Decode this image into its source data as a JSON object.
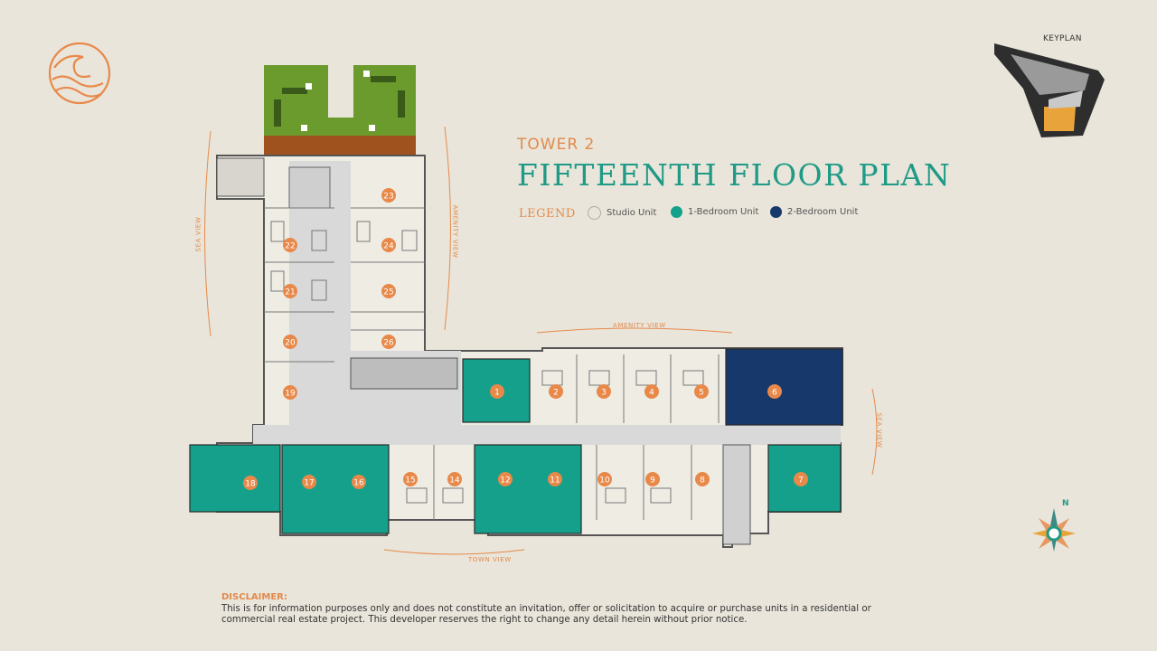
{
  "header": {
    "tower": "TOWER 2",
    "title": "FIFTEENTH FLOOR PLAN"
  },
  "legend": {
    "label": "LEGEND",
    "items": [
      {
        "label": "Studio Unit",
        "color": "#e9e5da"
      },
      {
        "label": "1-Bedroom Unit",
        "color": "#14a08a"
      },
      {
        "label": "2-Bedroom Unit",
        "color": "#16386b"
      }
    ]
  },
  "keyplan": {
    "label": "KEYPLAN"
  },
  "views": {
    "sea_left": "SEA VIEW",
    "amenity_top": "AMENITY VIEW",
    "amenity_right": "AMENITY VIEW",
    "sea_right": "SEA VIEW",
    "town": "TOWN VIEW"
  },
  "compass": {
    "label": "N"
  },
  "units": [
    {
      "number": "1",
      "type": "1-Bedroom Unit"
    },
    {
      "number": "2",
      "type": "Studio Unit"
    },
    {
      "number": "3",
      "type": "Studio Unit"
    },
    {
      "number": "4",
      "type": "Studio Unit"
    },
    {
      "number": "5",
      "type": "Studio Unit"
    },
    {
      "number": "6",
      "type": "2-Bedroom Unit"
    },
    {
      "number": "7",
      "type": "1-Bedroom Unit"
    },
    {
      "number": "8",
      "type": "Studio Unit"
    },
    {
      "number": "9",
      "type": "Studio Unit"
    },
    {
      "number": "10",
      "type": "Studio Unit"
    },
    {
      "number": "11",
      "type": "1-Bedroom Unit"
    },
    {
      "number": "12",
      "type": "1-Bedroom Unit"
    },
    {
      "number": "14",
      "type": "Studio Unit"
    },
    {
      "number": "15",
      "type": "Studio Unit"
    },
    {
      "number": "16",
      "type": "1-Bedroom Unit"
    },
    {
      "number": "17",
      "type": "1-Bedroom Unit"
    },
    {
      "number": "18",
      "type": "1-Bedroom Unit"
    },
    {
      "number": "19",
      "type": "Studio Unit"
    },
    {
      "number": "20",
      "type": "Studio Unit"
    },
    {
      "number": "21",
      "type": "Studio Unit"
    },
    {
      "number": "22",
      "type": "Studio Unit"
    },
    {
      "number": "23",
      "type": "Studio Unit"
    },
    {
      "number": "24",
      "type": "Studio Unit"
    },
    {
      "number": "25",
      "type": "Studio Unit"
    },
    {
      "number": "26",
      "type": "Studio Unit"
    }
  ],
  "disclaimer": {
    "title": "DISCLAIMER:",
    "text": "This is for information purposes only and does not constitute an invitation, offer or solicitation to acquire or purchase units in a residential or commercial real estate project. This developer reserves the right to change any detail herein without prior notice."
  }
}
